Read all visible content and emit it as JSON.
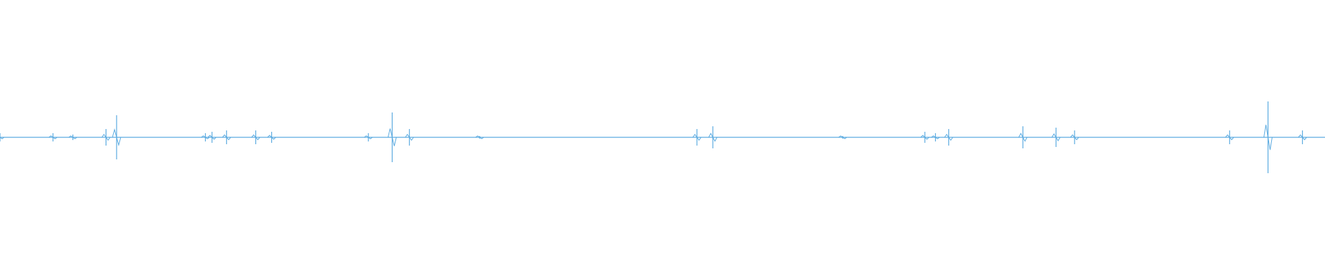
{
  "waveform": {
    "color": "#5aaae0",
    "peaks": [
      {
        "t": 0.0,
        "a": 0.03
      },
      {
        "t": 0.04,
        "a": 0.03
      },
      {
        "t": 0.055,
        "a": 0.02
      },
      {
        "t": 0.08,
        "a": 0.06
      },
      {
        "t": 0.088,
        "a": 0.16
      },
      {
        "t": 0.155,
        "a": 0.03
      },
      {
        "t": 0.16,
        "a": 0.04
      },
      {
        "t": 0.171,
        "a": 0.05
      },
      {
        "t": 0.193,
        "a": 0.05
      },
      {
        "t": 0.205,
        "a": 0.04
      },
      {
        "t": 0.278,
        "a": 0.03
      },
      {
        "t": 0.296,
        "a": 0.18
      },
      {
        "t": 0.309,
        "a": 0.06
      },
      {
        "t": 0.362,
        "a": 0.01
      },
      {
        "t": 0.526,
        "a": 0.06
      },
      {
        "t": 0.538,
        "a": 0.08
      },
      {
        "t": 0.636,
        "a": 0.01
      },
      {
        "t": 0.698,
        "a": 0.04
      },
      {
        "t": 0.706,
        "a": 0.03
      },
      {
        "t": 0.716,
        "a": 0.06
      },
      {
        "t": 0.772,
        "a": 0.08
      },
      {
        "t": 0.797,
        "a": 0.07
      },
      {
        "t": 0.811,
        "a": 0.05
      },
      {
        "t": 0.928,
        "a": 0.05
      },
      {
        "t": 0.957,
        "a": 0.26
      },
      {
        "t": 0.983,
        "a": 0.05
      }
    ]
  }
}
